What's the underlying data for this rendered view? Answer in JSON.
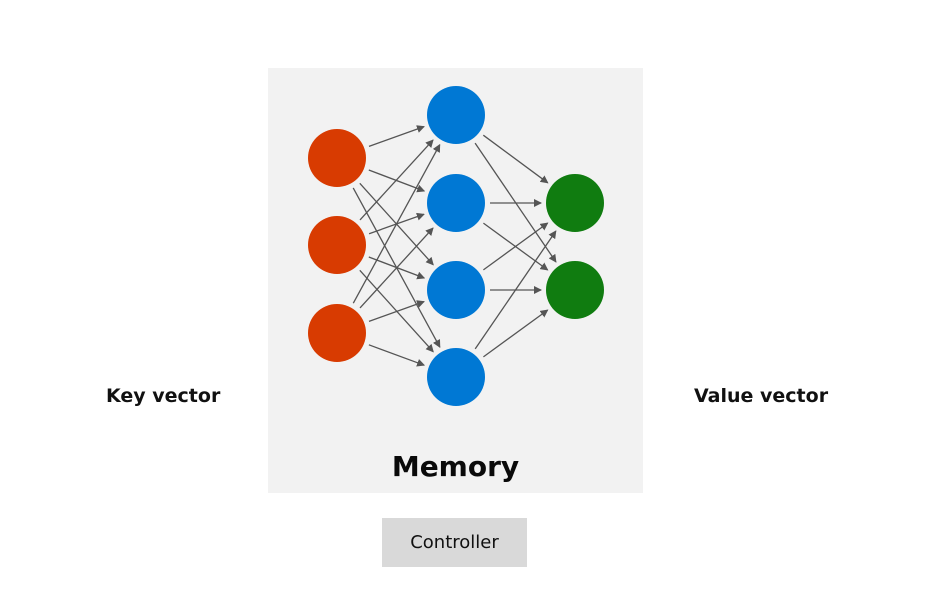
{
  "labels": {
    "key": "Key vector",
    "value": "Value vector",
    "memory": "Memory",
    "controller": "Controller"
  },
  "network": {
    "layers": [
      {
        "name": "key",
        "count": 3,
        "color": "#d83b01"
      },
      {
        "name": "hidden",
        "count": 4,
        "color": "#0078d4"
      },
      {
        "name": "value",
        "count": 2,
        "color": "#107c10"
      }
    ],
    "edge_color": "#555555",
    "box_color": "#f2f2f2"
  }
}
